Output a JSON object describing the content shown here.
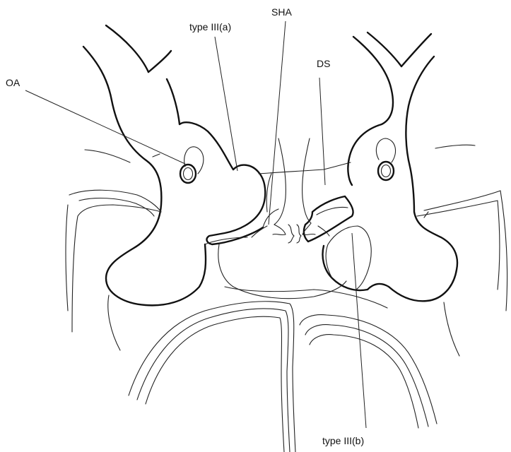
{
  "labels": {
    "oa": "OA",
    "type_iii_a": "type III(a)",
    "sha": "SHA",
    "ds": "DS",
    "type_iii_b": "type III(b)"
  },
  "colors": {
    "line": "#111111",
    "background": "#ffffff"
  }
}
